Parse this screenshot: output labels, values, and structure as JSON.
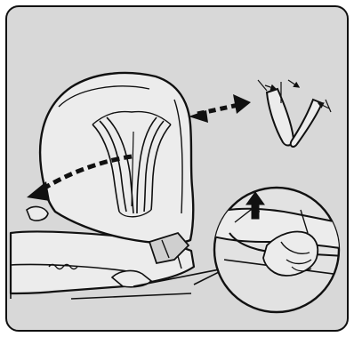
{
  "figure": {
    "background_color": "#ffffff",
    "panel_color": "#d8d8d8",
    "line_color": "#111111",
    "icons": [
      "seat-backrest",
      "seat-cushion",
      "adjustment-lever",
      "magnifier-inset",
      "up-arrow-icon",
      "curved-double-arrow-icon",
      "double-arrow-icon",
      "angle-diagram"
    ]
  }
}
